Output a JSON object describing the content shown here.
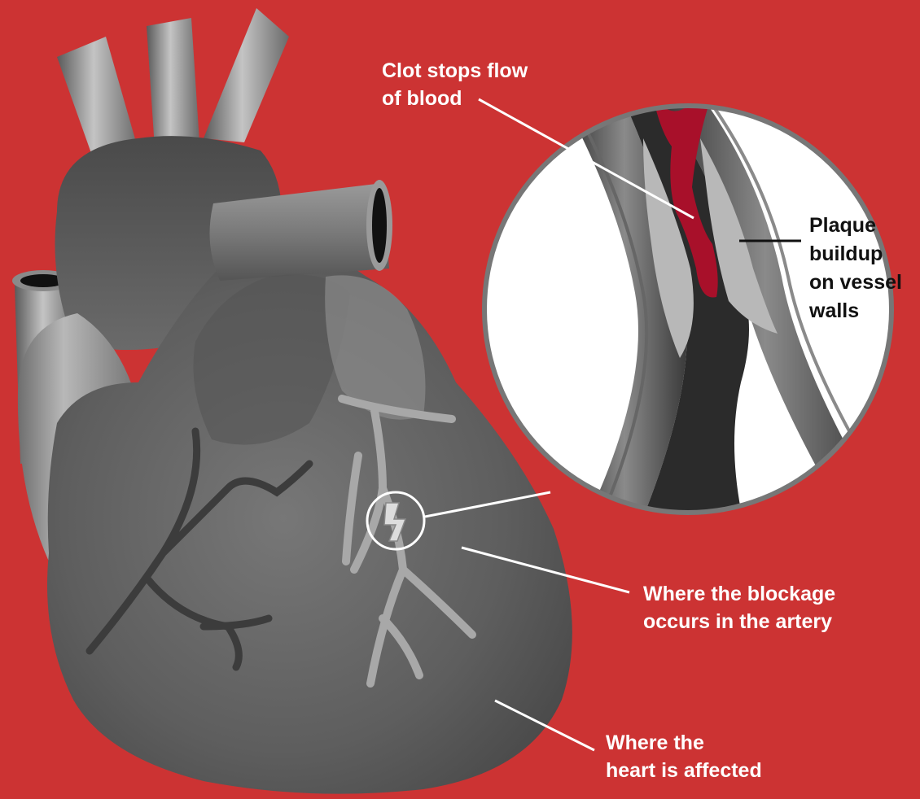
{
  "colors": {
    "background": "#cc3333",
    "clot": "#a8102a",
    "label_text": "#ffffff",
    "inset_label_text": "#111111",
    "leader_line": "#ffffff"
  },
  "labels": {
    "clot": [
      "Clot stops flow",
      "of blood"
    ],
    "plaque": [
      "Plaque",
      "buildup",
      "on vessel",
      "walls"
    ],
    "blockage": [
      "Where the blockage",
      "occurs in the artery"
    ],
    "affected": [
      "Where the",
      "heart is affected"
    ]
  }
}
